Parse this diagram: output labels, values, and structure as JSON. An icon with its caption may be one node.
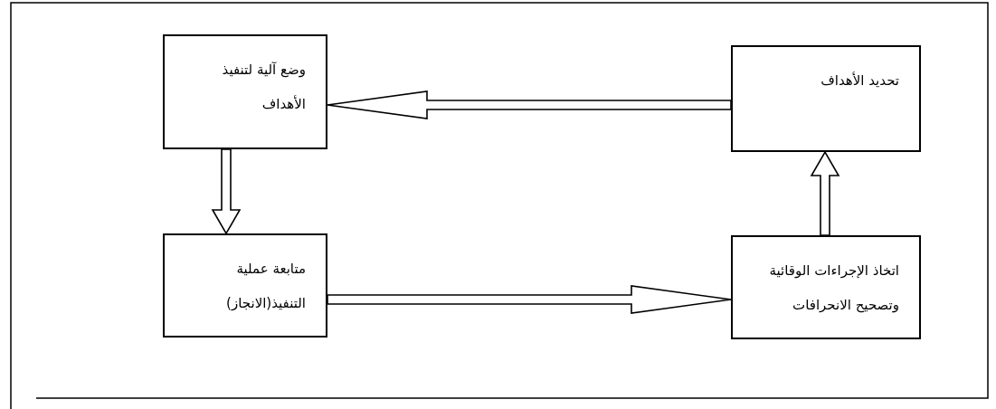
{
  "diagram": {
    "nodes": [
      {
        "text": [
          "تحديد الأهداف"
        ]
      },
      {
        "text": [
          "وضع آلية لتنفيذ الأهداف"
        ]
      },
      {
        "text": [
          "متابعة عملية التنفيذ(الانجاز)"
        ]
      },
      {
        "text": [
          "اتخاذ الإجراءات الوقائية وتصحيح الانحرافات"
        ]
      }
    ],
    "edges": [
      {
        "from": 0,
        "to": 1,
        "arrow": "to"
      },
      {
        "from": 1,
        "to": 2,
        "arrow": "to"
      },
      {
        "from": 2,
        "to": 3,
        "arrow": "to"
      },
      {
        "from": 3,
        "to": 0,
        "arrow": "to"
      }
    ]
  }
}
